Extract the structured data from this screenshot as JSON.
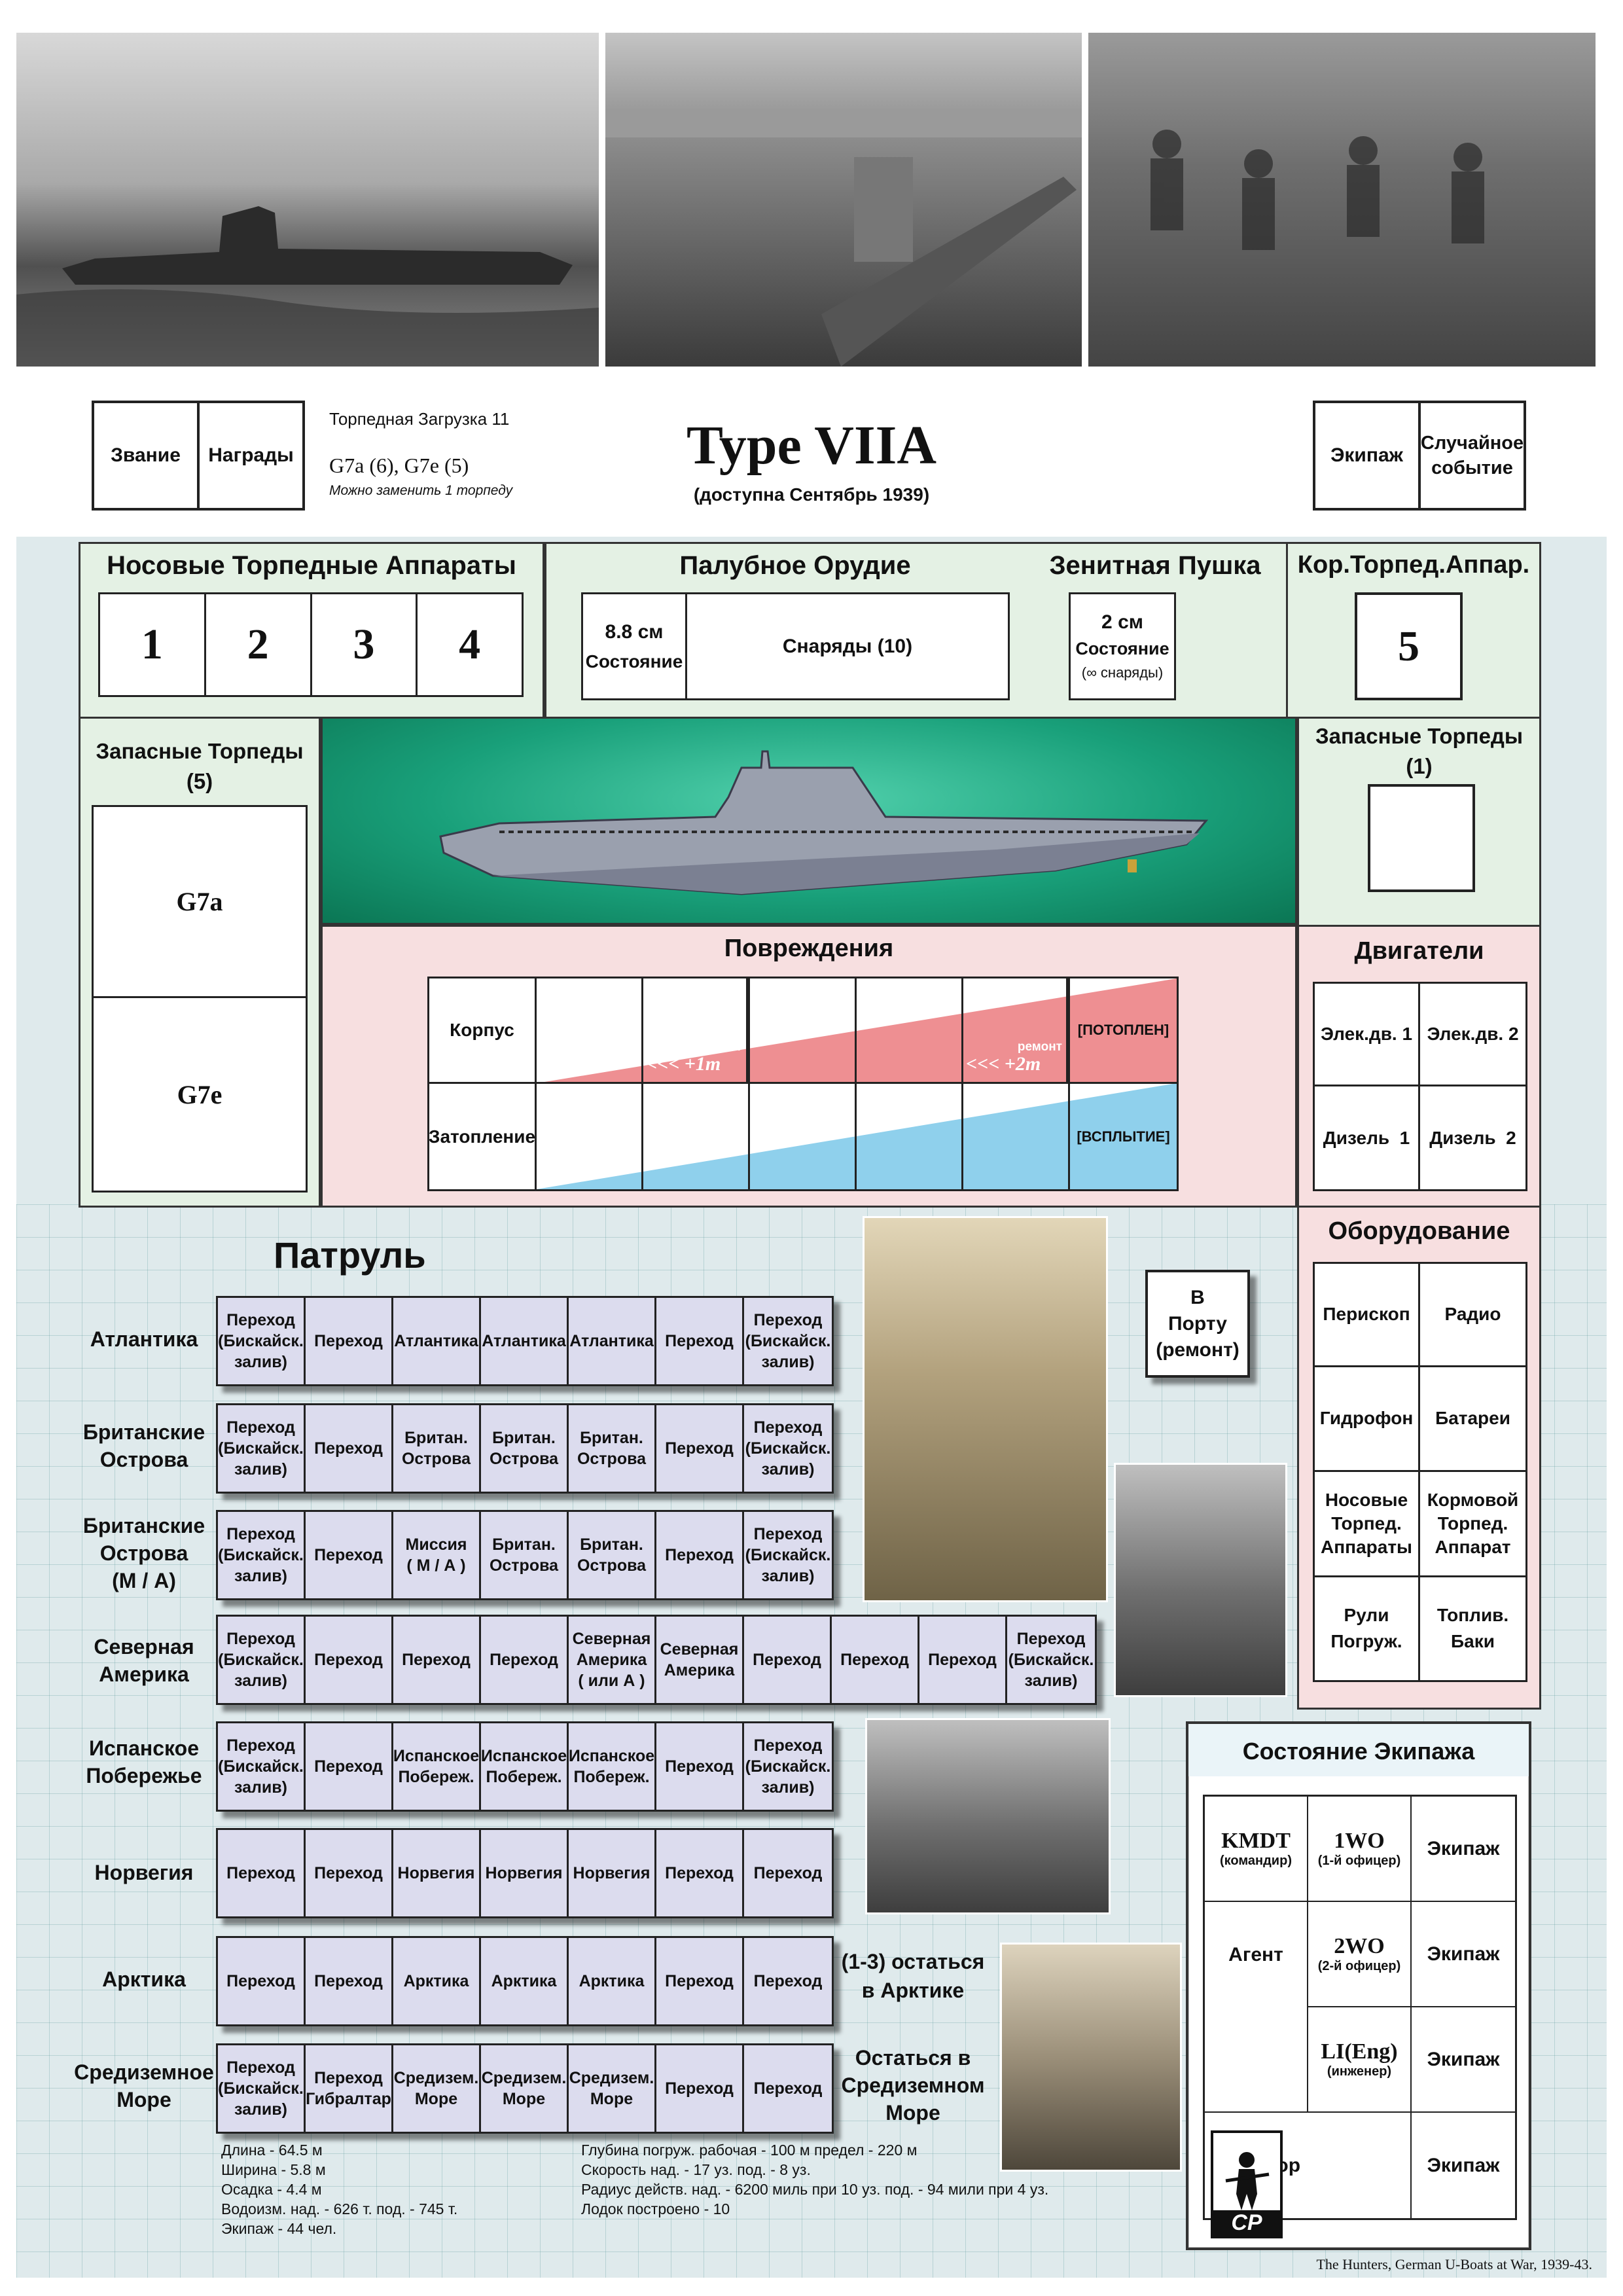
{
  "header": {
    "rank": "Звание",
    "awards": "Награды",
    "torpedo_load_title": "Торпедная Загрузка 11",
    "torpedo_types": "G7a (6), G7e (5)",
    "torpedo_note": "Можно заменить 1 торпеду",
    "sub_type": "Type VIIA",
    "availability": "(доступна Сентябрь 1939)",
    "crew": "Экипаж",
    "random_event": "Случайное\nсобытие"
  },
  "weapons": {
    "bow_tubes_title": "Носовые Торпедные Аппараты",
    "bow_tubes": [
      "1",
      "2",
      "3",
      "4"
    ],
    "deck_gun_title": "Палубное Орудие",
    "deck_gun_caliber": "8.8 см",
    "deck_gun_state": "Состояние",
    "deck_gun_ammo": "Снаряды (10)",
    "aa_title": "Зенитная Пушка",
    "aa_caliber": "2 см",
    "aa_state": "Состояние",
    "aa_ammo": "(∞ снаряды)",
    "stern_title": "Кор.Торпед.Аппар.",
    "stern_tube": "5"
  },
  "reserve_left": {
    "title": "Запасные Торпеды\n(5)",
    "g7a": "G7a",
    "g7e": "G7e"
  },
  "reserve_right": {
    "title": "Запасные Торпеды\n(1)"
  },
  "damage": {
    "title": "Повреждения",
    "hull": "Корпус",
    "flooding": "Затопление",
    "repair1": "<<< +1m",
    "repair2": "<<< +2m",
    "repair_word": "ремонт",
    "sunk": "[ПОТОПЛЕН]",
    "surfaced": "[ВСПЛЫТИЕ]"
  },
  "engines": {
    "title": "Двигатели",
    "items": [
      "Элек.дв. 1",
      "Элек.дв. 2",
      "Дизель  1",
      "Дизель  2"
    ]
  },
  "equipment": {
    "title": "Оборудование",
    "items": [
      "Перископ",
      "Радио",
      "Гидрофон",
      "Батареи",
      "Носовые\nТорпед.\nАппараты",
      "Кормовой\nТорпед.\nАппарат",
      "Рули\nПогруж.",
      "Топлив.\nБаки"
    ]
  },
  "patrol": {
    "title": "Патруль",
    "in_port": "В\nПорту\n(ремонт)",
    "rows": [
      {
        "label": "Атлантика",
        "cells": [
          "Переход\n(Бискайск.\nзалив)",
          "Переход",
          "Атлантика",
          "Атлантика",
          "Атлантика",
          "Переход",
          "Переход\n(Бискайск.\nзалив)"
        ]
      },
      {
        "label": "Британские\nОстрова",
        "cells": [
          "Переход\n(Бискайск.\nзалив)",
          "Переход",
          "Британ.\nОстрова",
          "Британ.\nОстрова",
          "Британ.\nОстрова",
          "Переход",
          "Переход\n(Бискайск.\nзалив)"
        ]
      },
      {
        "label": "Британские\nОстрова\n(М / А)",
        "cells": [
          "Переход\n(Бискайск.\nзалив)",
          "Переход",
          "Миссия\n( М / А )",
          "Британ.\nОстрова",
          "Британ.\nОстрова",
          "Переход",
          "Переход\n(Бискайск.\nзалив)"
        ]
      },
      {
        "label": "Северная\nАмерика",
        "cells": [
          "Переход\n(Бискайск.\nзалив)",
          "Переход",
          "Переход",
          "Переход",
          "Северная\nАмерика\n( или А )",
          "Северная\nАмерика",
          "Переход",
          "Переход",
          "Переход",
          "Переход\n(Бискайск.\nзалив)"
        ]
      },
      {
        "label": "Испанское\nПобережье",
        "cells": [
          "Переход\n(Бискайск.\nзалив)",
          "Переход",
          "Испанское\nПобереж.",
          "Испанское\nПобереж.",
          "Испанское\nПобереж.",
          "Переход",
          "Переход\n(Бискайск.\nзалив)"
        ]
      },
      {
        "label": "Норвегия",
        "cells": [
          "Переход",
          "Переход",
          "Норвегия",
          "Норвегия",
          "Норвегия",
          "Переход",
          "Переход"
        ]
      },
      {
        "label": "Арктика",
        "cells": [
          "Переход",
          "Переход",
          "Арктика",
          "Арктика",
          "Арктика",
          "Переход",
          "Переход"
        ]
      },
      {
        "label": "Средиземное\nМоре",
        "cells": [
          "Переход\n(Бискайск.\nзалив)",
          "Переход\nГибралтар",
          "Средизем.\nМоре",
          "Средизем.\nМоре",
          "Средизем.\nМоре",
          "Переход",
          "Переход"
        ]
      }
    ],
    "arctic_note": "(1-3) остаться\nв Арктике",
    "med_note": "Остаться в\nСредиземном\nМоре"
  },
  "crew_state": {
    "title": "Состояние Экипажа",
    "cells": [
      {
        "main": "KMDT",
        "sub": "(командир)"
      },
      {
        "main": "1WO",
        "sub": "(1-й офицер)"
      },
      {
        "main": "Экипаж",
        "sub": ""
      },
      {
        "main": "Агент",
        "sub": ""
      },
      {
        "main": "2WO",
        "sub": "(2-й офицер)"
      },
      {
        "main": "Экипаж",
        "sub": ""
      },
      {
        "main": "",
        "sub": ""
      },
      {
        "main": "LI(Eng)",
        "sub": "(инженер)"
      },
      {
        "main": "Экипаж",
        "sub": ""
      },
      {
        "main": "Доктор",
        "sub": ""
      },
      {
        "main": "",
        "sub": ""
      },
      {
        "main": "Экипаж",
        "sub": ""
      }
    ]
  },
  "specs_left": [
    "Длина - 64.5 м",
    "Ширина - 5.8 м",
    "Осадка - 4.4 м",
    "Водоизм. над. - 626 т. под. - 745 т.",
    "Экипаж - 44 чел."
  ],
  "specs_right": [
    "Глубина погруж. рабочая - 100 м  предел - 220 м",
    "Скорость над. - 17 уз. под. - 8 уз.",
    "Радиус действ. над. - 6200 миль при 10 уз. под. - 94 мили при 4 уз.",
    "Лодок построено - 10"
  ],
  "logo": "CP",
  "footer": "The Hunters, German U-Boats at War, 1939-43.",
  "colors": {
    "accent_green": "#1a9a72",
    "hull_red": "#ee8f92",
    "flood_blue": "#8fd0ec",
    "patrol_cell": "#dcdcee"
  }
}
